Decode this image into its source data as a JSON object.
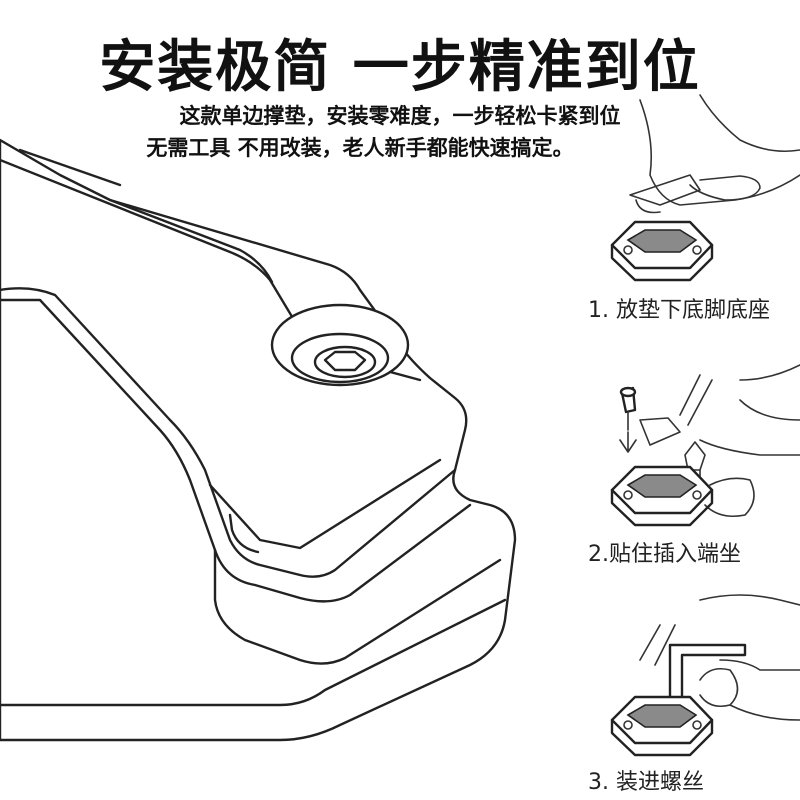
{
  "headline": "安装极简 一步精准到位",
  "subtitle_line1": "这款单边撑垫，安装零难度，一步轻松卡紧到位",
  "subtitle_line2": "无需工具 不用改装，老人新手都能快速搞定。",
  "steps": [
    {
      "label": "1. 放垫下底脚底座"
    },
    {
      "label": "2.贴住插入端坐"
    },
    {
      "label": "3. 装进螺丝"
    }
  ],
  "colors": {
    "line": "#222222",
    "background": "#ffffff",
    "pad": "#8a8a8a"
  }
}
